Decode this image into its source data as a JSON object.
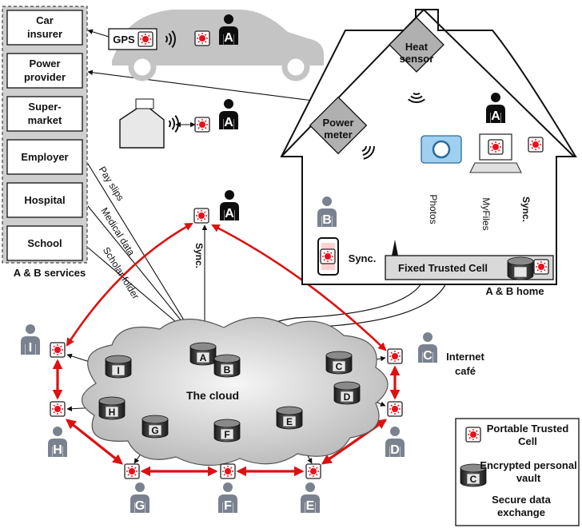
{
  "services": {
    "items": [
      "Car insurer",
      "Power provider",
      "Super- market",
      "Employer",
      "Hospital",
      "School"
    ],
    "group_label": "A & B services"
  },
  "devices": {
    "gps": "GPS",
    "heat_sensor": "Heat sensor",
    "power_meter": "Power meter",
    "fixed_cell": "Fixed Trusted Cell"
  },
  "home": {
    "label": "A & B home",
    "photos": "Photos",
    "myfiles": "MyFiles",
    "sync": "Sync."
  },
  "links": {
    "pay_slips": "Pay slips",
    "medical_data": "Medical data",
    "scholar_folder": "Scholar folder",
    "sync": "Sync."
  },
  "cloud": {
    "label": "The cloud",
    "vaults": [
      "A",
      "B",
      "C",
      "D",
      "E",
      "F",
      "G",
      "H",
      "I"
    ]
  },
  "people": {
    "A": "A",
    "B": "B",
    "C": "C",
    "D": "D",
    "E": "E",
    "F": "F",
    "G": "G",
    "H": "H",
    "I": "I"
  },
  "internet_cafe": "Internet café",
  "legend": {
    "portable_cell": "Portable Trusted Cell",
    "vault": "Encrypted personal vault",
    "vault_letter": "C",
    "exchange": "Secure data exchange"
  },
  "colors": {
    "exchange_red": "#dd1111",
    "cell_red": "#e8101a",
    "person_gray": "#7a8290",
    "person_black": "#0d0d0d",
    "car_gray": "#c4c4c4",
    "vault_dark": "#2b2b2b"
  }
}
